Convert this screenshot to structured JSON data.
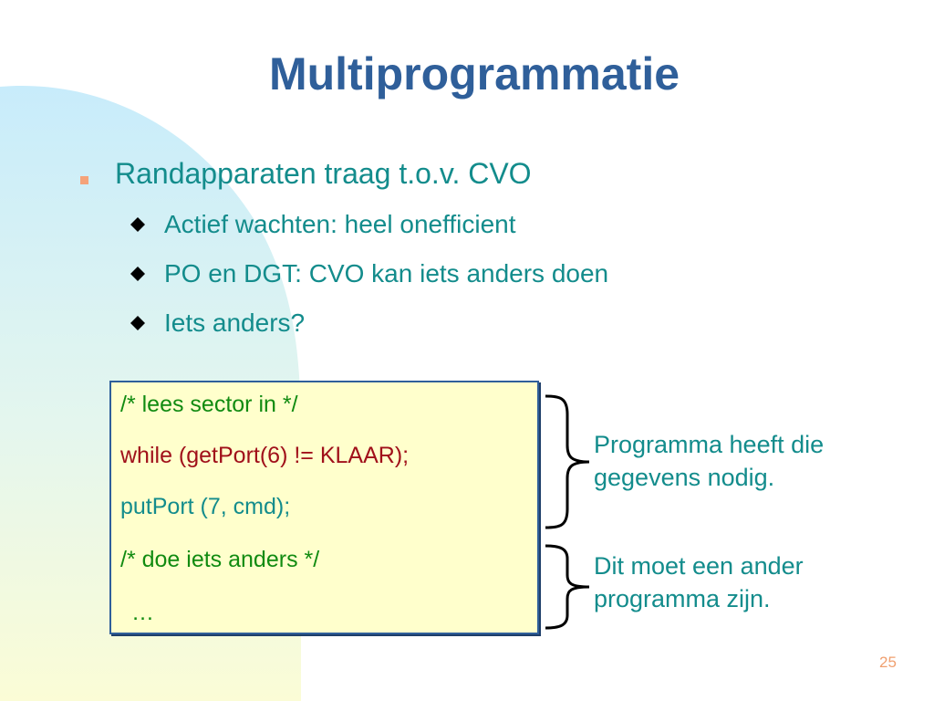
{
  "slide": {
    "title": "Multiprogrammatie",
    "bullet": "Randapparaten traag t.o.v. CVO",
    "sub_bullets": [
      "Actief wachten: heel onefficient",
      "PO en DGT: CVO kan iets anders doen",
      "Iets anders?"
    ],
    "code_lines": [
      "/* lees sector in */",
      "while (getPort(6) != KLAAR);",
      "putPort (7, cmd);",
      "/* doe iets anders */",
      "…"
    ],
    "notes": {
      "upper": [
        "Programma heeft die",
        "gegevens nodig."
      ],
      "lower": [
        "Dit moet een ander",
        "programma zijn."
      ]
    },
    "page_number": "25"
  },
  "colors": {
    "title": "#2f5f9a",
    "text_teal": "#138c8c",
    "code_comment_green": "#118b11",
    "code_keyword_red": "#a0101a",
    "code_box_fill": "#ffffcc",
    "bullet_marker": "#f5a37a"
  },
  "icons": {
    "main_bullet": "square-bullet-icon",
    "sub_bullet": "diamond-bullet-icon",
    "brace": "right-curly-brace-icon"
  }
}
